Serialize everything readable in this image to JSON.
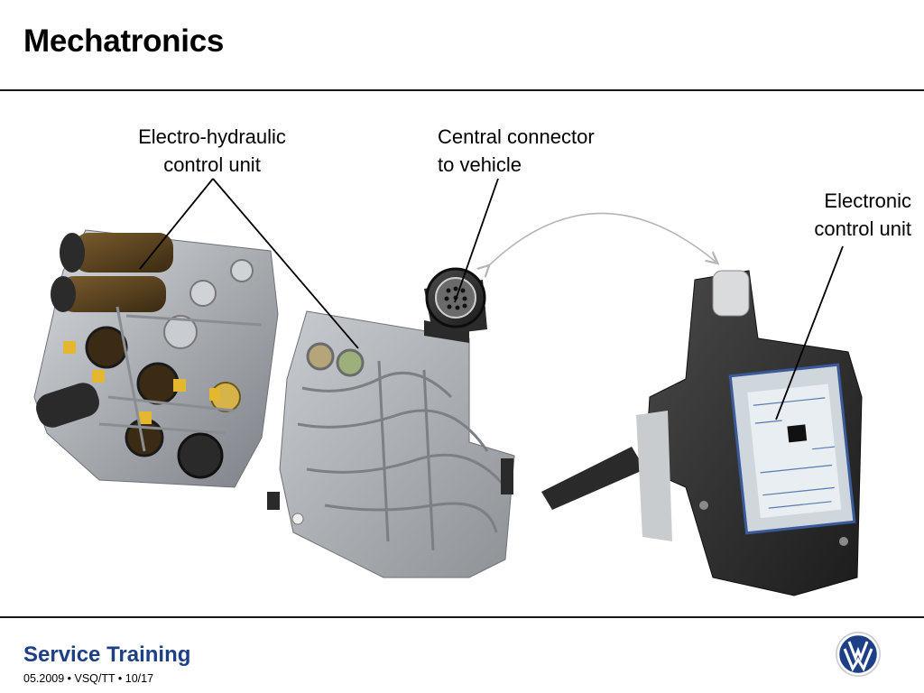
{
  "slide": {
    "title": "Mechatronics"
  },
  "labels": {
    "ehcu": [
      "Electro-hydraulic",
      "control unit"
    ],
    "connector": [
      "Central connector",
      "to vehicle"
    ],
    "ecu": [
      "Electronic",
      "control unit"
    ]
  },
  "footer": {
    "brand": "Service Training",
    "meta": "05.2009 • VSQ/TT • 10/17"
  },
  "colors": {
    "brand_blue": "#1c3f86",
    "rule": "#1a1a1a"
  },
  "images": {
    "left": "electro-hydraulic-valve-body-photo",
    "middle": "mechatronic-plate-with-connector-photo",
    "right": "electronic-control-unit-housing-photo",
    "logo": "vw-logo"
  }
}
